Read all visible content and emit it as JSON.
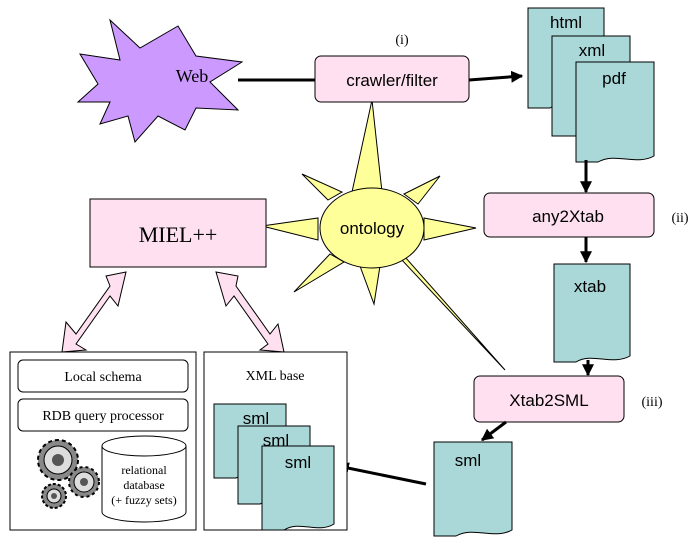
{
  "nodes": {
    "web": "Web",
    "crawler": "crawler/filter",
    "ontology": "ontology",
    "miel": "MIEL++",
    "any2xtab": "any2Xtab",
    "xtab2sml": "Xtab2SML"
  },
  "steps": {
    "i": "(i)",
    "ii": "(ii)",
    "iii": "(iii)"
  },
  "documents": {
    "html": "html",
    "xml": "xml",
    "pdf": "pdf",
    "xtab": "xtab",
    "sml_out": "sml",
    "sml_base": [
      "sml",
      "sml",
      "sml"
    ]
  },
  "rdb": {
    "local_schema": "Local schema",
    "query_processor": "RDB query processor",
    "database_lines": [
      "relational",
      "database",
      "(+ fuzzy sets)"
    ]
  },
  "xml_base": {
    "title": "XML base"
  },
  "colors": {
    "process_fill": "#ffe0f0",
    "document_fill": "#aad8d8",
    "web_fill": "#cc99ff",
    "ontology_fill": "#ffff99",
    "arrow_outline_fill": "#ffe0f0"
  }
}
